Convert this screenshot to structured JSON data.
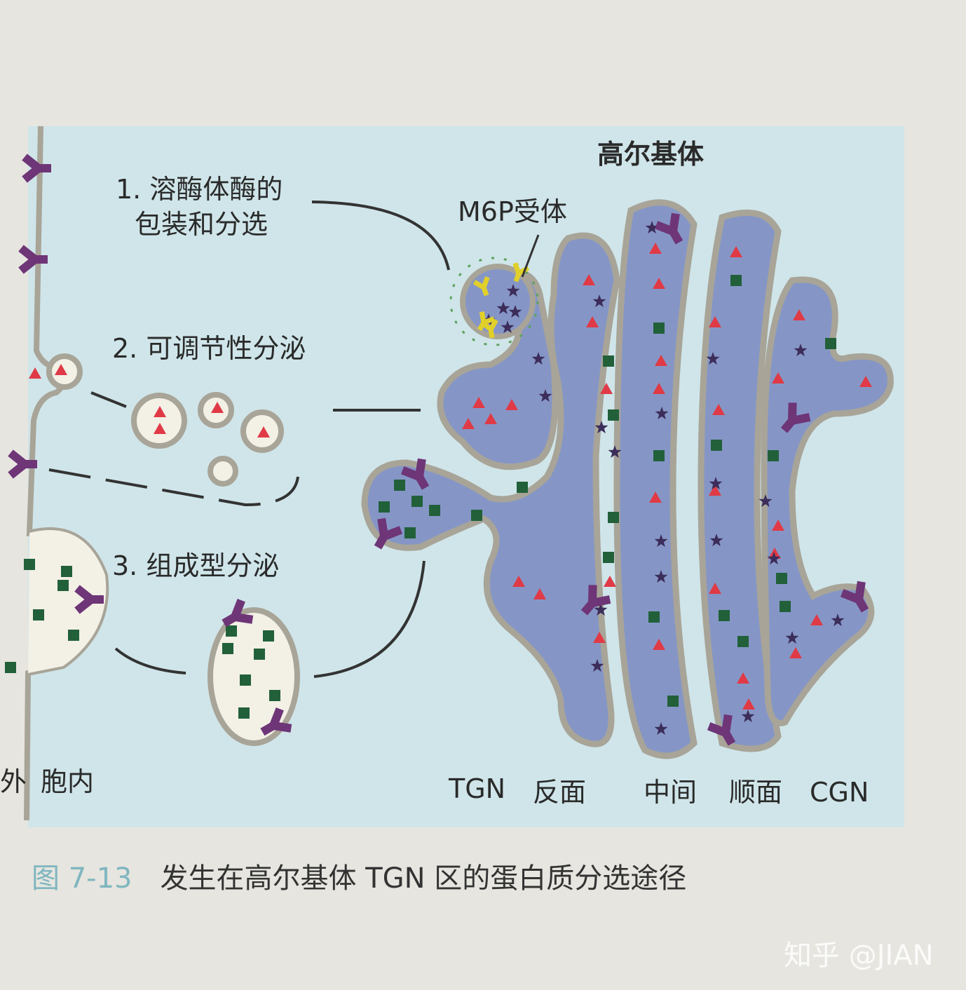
{
  "title": "高尔基体",
  "m6p_label": "M6P受体",
  "pathway1": {
    "line1": "1. 溶酶体酶的",
    "line2": "包装和分选"
  },
  "pathway2": "2. 可调节性分泌",
  "pathway3": "3. 组成型分泌",
  "outside_label": "外",
  "inside_label": "胞内",
  "bottom_labels": [
    "TGN",
    "反面",
    "中间",
    "顺面",
    "CGN"
  ],
  "caption": {
    "number": "图 7-13",
    "text": "发生在高尔基体 TGN 区的蛋白质分选途径"
  },
  "watermark": "知乎 @JIAN",
  "colors": {
    "panel": "#cfe5e9",
    "golgi": "#8596c6",
    "membrane": "#a8a498",
    "triangle": "#e03a46",
    "square": "#22603a",
    "star": "#3c2d5a",
    "receptor": "#6e3577",
    "m6p_receptor": "#e2d02a",
    "coat": "#5ea25e"
  }
}
